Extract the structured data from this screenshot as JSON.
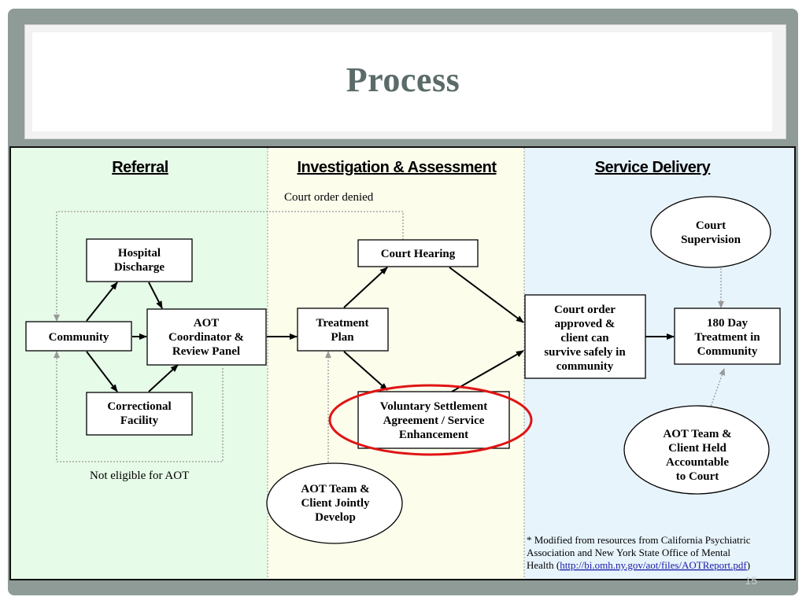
{
  "slide": {
    "title": "Process",
    "page_number": "15"
  },
  "diagram": {
    "columns": {
      "referral": "Referral",
      "investigation": "Investigation & Assessment",
      "service": "Service Delivery"
    },
    "annotations": {
      "court_order_denied": "Court order denied",
      "not_eligible": "Not eligible for AOT"
    },
    "nodes": {
      "hospital_discharge": [
        "Hospital",
        "Discharge"
      ],
      "community": [
        "Community"
      ],
      "correctional_facility": [
        "Correctional",
        "Facility"
      ],
      "aot_coordinator": [
        "AOT",
        "Coordinator &",
        "Review Panel"
      ],
      "treatment_plan": [
        "Treatment",
        "Plan"
      ],
      "court_hearing": [
        "Court Hearing"
      ],
      "voluntary_settlement": [
        "Voluntary Settlement",
        "Agreement / Service",
        "Enhancement"
      ],
      "aot_team_develop": [
        "AOT Team &",
        "Client Jointly",
        "Develop"
      ],
      "court_order_approved": [
        "Court order",
        "approved &",
        "client can",
        "survive safely in",
        "community"
      ],
      "court_supervision": [
        "Court",
        "Supervision"
      ],
      "treatment_180": [
        "180 Day",
        "Treatment in",
        "Community"
      ],
      "aot_team_accountable": [
        "AOT Team &",
        "Client Held",
        "Accountable",
        "to Court"
      ]
    },
    "footnote": {
      "line1": "* Modified from resources from California Psychiatric",
      "line2": "Association and New York State Office of Mental",
      "line3_prefix": "Health (",
      "link": "http://bi.omh.ny.gov/aot/files/AOTReport.pdf",
      "line3_suffix": ")"
    },
    "colors": {
      "referral_bg": "#e6fbe8",
      "investigation_bg": "#fdfdec",
      "service_bg": "#e8f4fc",
      "highlight": "#e01414",
      "dotted": "#999999",
      "link": "#1a1aa6"
    }
  }
}
